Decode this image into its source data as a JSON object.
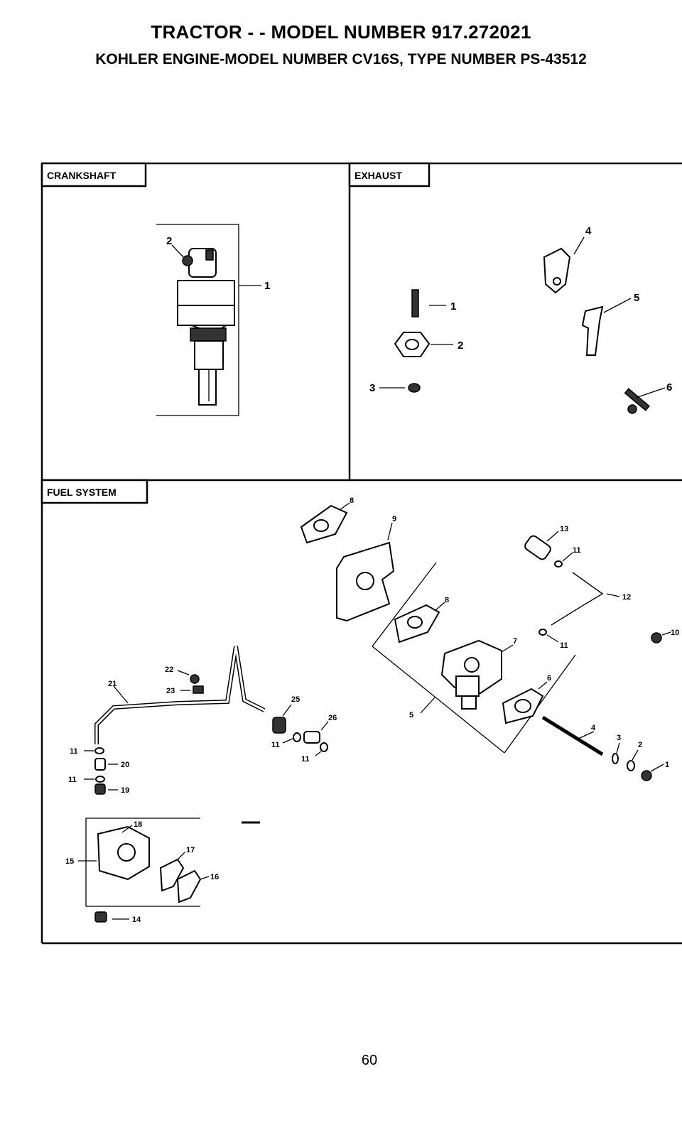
{
  "header": {
    "title": "TRACTOR - - MODEL NUMBER 917.272021",
    "subtitle": "KOHLER ENGINE-MODEL NUMBER CV16S, TYPE NUMBER PS-43512"
  },
  "sections": {
    "crankshaft": {
      "label": "CRANKSHAFT",
      "callouts": [
        "1",
        "2"
      ]
    },
    "exhaust": {
      "label": "EXHAUST",
      "callouts": [
        "1",
        "2",
        "3",
        "4",
        "5",
        "6"
      ]
    },
    "fuel_system": {
      "label": "FUEL SYSTEM",
      "callouts": [
        "1",
        "2",
        "3",
        "4",
        "5",
        "6",
        "7",
        "8",
        "8",
        "9",
        "10",
        "11",
        "11",
        "11",
        "11",
        "11",
        "11",
        "12",
        "13",
        "14",
        "15",
        "16",
        "17",
        "18",
        "19",
        "20",
        "21",
        "22",
        "23",
        "25",
        "26"
      ]
    }
  },
  "footer": {
    "page_number": "60"
  }
}
